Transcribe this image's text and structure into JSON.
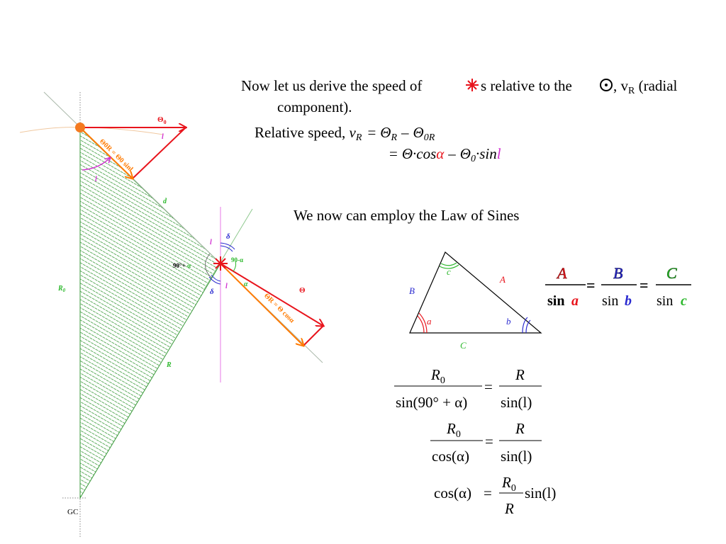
{
  "intro": {
    "line1_before_star": "Now let us derive the speed of ",
    "line1_after_star": "s relative to the ",
    "line1_after_sun": ", v",
    "line1_sub": "R",
    "line1_tail": " (radial",
    "line2": "component)."
  },
  "relative_speed": {
    "label": "Relative speed, ",
    "v": "v",
    "v_sub": "R",
    "eq": "=",
    "theta": "Θ",
    "theta_sub": "R",
    "minus": "–",
    "theta0": "Θ",
    "theta0_sub": "0R",
    "line2_eq": "=",
    "line2_theta": "Θ",
    "line2_dot_cos": "·cos",
    "line2_alpha": "α",
    "line2_minus": "–",
    "line2_theta0": "Θ",
    "line2_theta0_sub": "0",
    "line2_dot_sin": "·sin",
    "line2_l": "l"
  },
  "law_of_sines": {
    "heading": "We now can employ the Law of Sines",
    "triangle": {
      "A": "A",
      "B": "B",
      "C": "C",
      "a": "a",
      "b": "b",
      "c": "c"
    },
    "formula": {
      "A": "A",
      "B": "B",
      "C": "C",
      "sin": "sin",
      "a": "a",
      "b": "b",
      "c": "c",
      "eq": "="
    }
  },
  "equations": {
    "eq1": {
      "num_left": "R",
      "num_left_sub": "0",
      "den_left": "sin(90° + α)",
      "eq": "=",
      "num_right": "R",
      "den_right": "sin(l)"
    },
    "eq2": {
      "num_left": "R",
      "num_left_sub": "0",
      "den_left": "cos(α)",
      "eq": "=",
      "num_right": "R",
      "den_right": "sin(l)"
    },
    "eq3": {
      "left": "cos(α)",
      "eq": "=",
      "frac_num": "R",
      "frac_num_sub": "0",
      "frac_den": "R",
      "right": "sin(l)"
    }
  },
  "diagram": {
    "theta0": "Θ",
    "theta0_sub": "0",
    "l_top": "l",
    "theta0R_label": "Θ0R = Θ0 sinl",
    "l_arc": "l",
    "d": "d",
    "R0": "R",
    "R0_sub": "0",
    "R": "R",
    "l_star_upper": "l",
    "delta_upper": "δ",
    "ninety_plus_alpha": "90°+ ",
    "ninety_plus_alpha_sym": "α",
    "ninety_minus_alpha": "90-α",
    "l_star_lower": "l",
    "delta_lower": "δ",
    "alpha_small": "α",
    "theta": "Θ",
    "thetaR_label": "ΘR = Θ cosα",
    "gc": "GC"
  },
  "colors": {
    "red": "#e8141c",
    "orange": "#ff7a00",
    "green": "#2db82d",
    "magenta": "#d232d2",
    "blue": "#2a2ad0",
    "sun": "#f47a20",
    "hatch": "#3a9a3a"
  }
}
